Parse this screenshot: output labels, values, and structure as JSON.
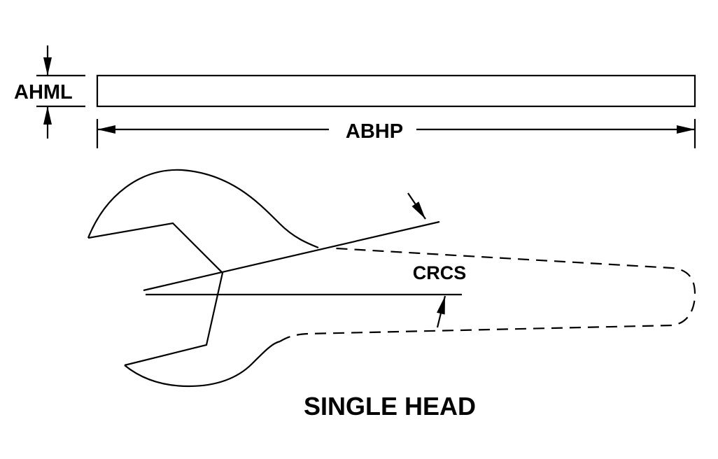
{
  "labels": {
    "thickness": "AHML",
    "length": "ABHP",
    "opening": "CRCS",
    "title": "SINGLE HEAD"
  },
  "colors": {
    "line": "#000000",
    "background": "#ffffff"
  }
}
